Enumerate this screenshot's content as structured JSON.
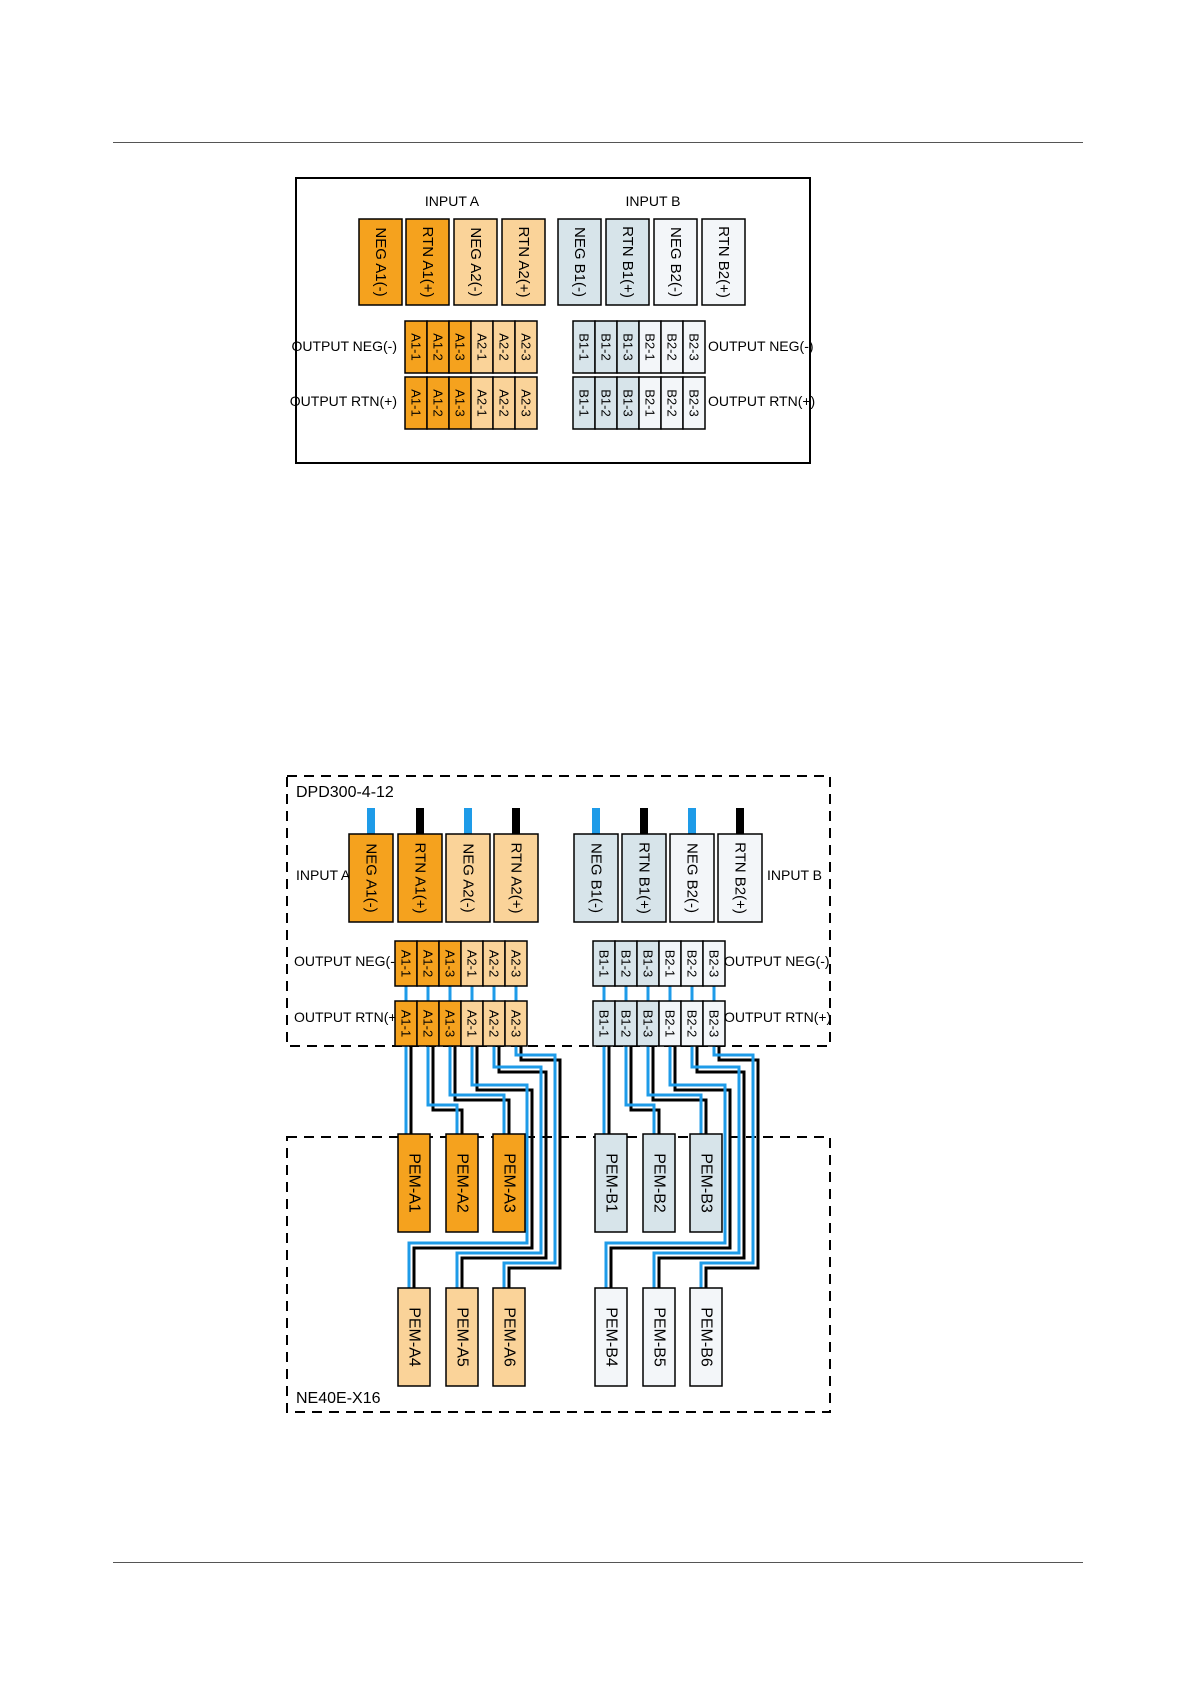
{
  "colors": {
    "a1": "#f5a21e",
    "a2": "#fad399",
    "b1": "#d7e4ea",
    "b2": "#f3f6f9",
    "cable_blue": "#1e9be8",
    "cable_black": "#000000"
  },
  "top_panel": {
    "input_a_title": "INPUT A",
    "input_b_title": "INPUT B",
    "output_neg_label": "OUTPUT  NEG(-)",
    "output_rtn_label": "OUTPUT  RTN(+)",
    "inputs": [
      {
        "label": "NEG A1(-)",
        "group": "a1"
      },
      {
        "label": "RTN A1(+)",
        "group": "a1"
      },
      {
        "label": "NEG A2(-)",
        "group": "a2"
      },
      {
        "label": "RTN A2(+)",
        "group": "a2"
      },
      {
        "label": "NEG B1(-)",
        "group": "b1"
      },
      {
        "label": "RTN B1(+)",
        "group": "b1"
      },
      {
        "label": "NEG B2(-)",
        "group": "b2"
      },
      {
        "label": "RTN B2(+)",
        "group": "b2"
      }
    ],
    "terminals_a": [
      "A1-1",
      "A1-2",
      "A1-3",
      "A2-1",
      "A2-2",
      "A2-3"
    ],
    "terminals_b": [
      "B1-1",
      "B1-2",
      "B1-3",
      "B2-1",
      "B2-2",
      "B2-3"
    ]
  },
  "bottom_diagram": {
    "dpd_label": "DPD300-4-12",
    "ne_label": "NE40E-X16",
    "input_a_label": "INPUT A",
    "input_b_label": "INPUT B",
    "output_neg_label": "OUTPUT  NEG(-)",
    "output_rtn_label": "OUTPUT  RTN(+)",
    "pems_top": [
      {
        "label": "PEM-A1",
        "group": "a1"
      },
      {
        "label": "PEM-A2",
        "group": "a1"
      },
      {
        "label": "PEM-A3",
        "group": "a1"
      },
      {
        "label": "PEM-B1",
        "group": "b1"
      },
      {
        "label": "PEM-B2",
        "group": "b1"
      },
      {
        "label": "PEM-B3",
        "group": "b1"
      }
    ],
    "pems_bottom": [
      {
        "label": "PEM-A4",
        "group": "a2"
      },
      {
        "label": "PEM-A5",
        "group": "a2"
      },
      {
        "label": "PEM-A6",
        "group": "a2"
      },
      {
        "label": "PEM-B4",
        "group": "b2"
      },
      {
        "label": "PEM-B5",
        "group": "b2"
      },
      {
        "label": "PEM-B6",
        "group": "b2"
      }
    ]
  }
}
